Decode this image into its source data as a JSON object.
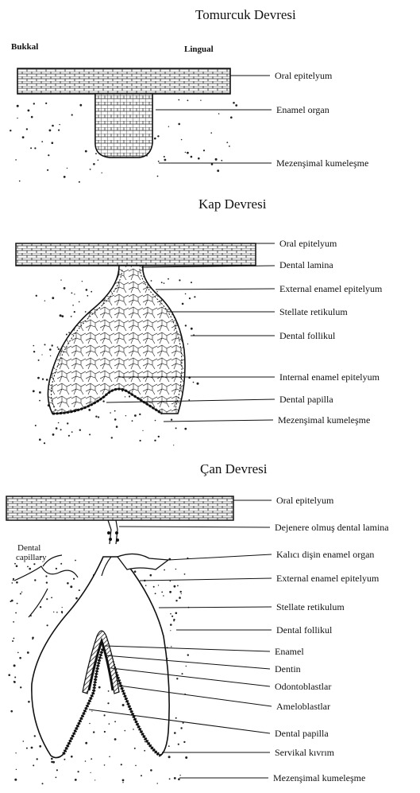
{
  "sections": [
    {
      "title": "Tomurcuk Devresi",
      "side_labels": [
        "Bukkal",
        "Lingual"
      ],
      "labels": [
        "Oral epitelyum",
        "Enamel organ",
        "Mezenşimal kumeleşme"
      ]
    },
    {
      "title": "Kap Devresi",
      "labels": [
        "Oral epitelyum",
        "Dental lamina",
        "External enamel epitelyum",
        "Stellate retikulum",
        "Dental follikul",
        "Internal enamel epitelyum",
        "Dental papilla",
        "Mezenşimal kumeleşme"
      ]
    },
    {
      "title": "Çan Devresi",
      "capillary_label": [
        "Dental",
        "capillary"
      ],
      "labels": [
        "Oral epitelyum",
        "Dejenere olmuş dental lamina",
        "Kalıcı dişin enamel organ",
        "External enamel epitelyum",
        "Stellate retikulum",
        "Dental follikul",
        "Enamel",
        "Dentin",
        "Odontoblastlar",
        "Ameloblastlar",
        "Dental papilla",
        "Servikal kıvrım",
        "Mezenşimal kumeleşme"
      ]
    }
  ],
  "colors": {
    "ink": "#111111",
    "paper": "#ffffff",
    "hatch": "#444444"
  }
}
